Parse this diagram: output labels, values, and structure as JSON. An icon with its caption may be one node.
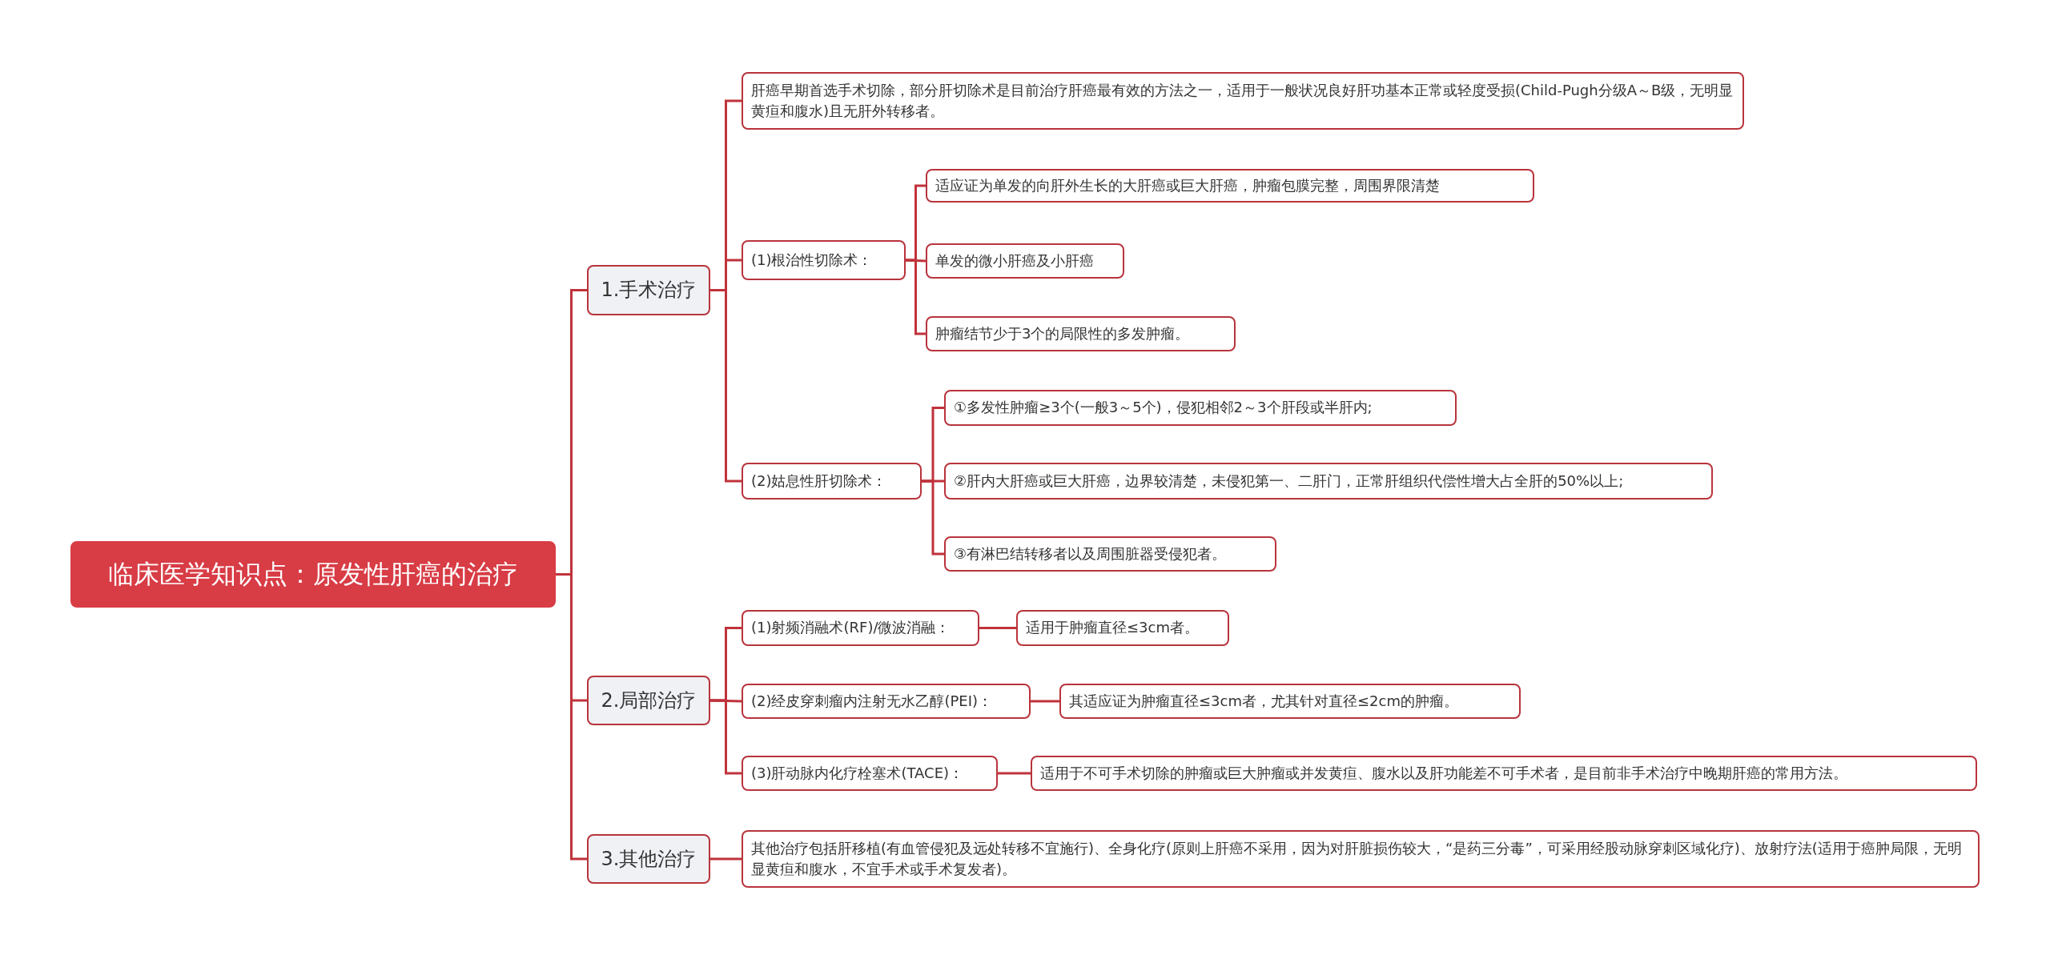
{
  "diagram": {
    "nodes": [
      {
        "text": [
          "临床医学知识点：原发性肝癌的治疗"
        ]
      },
      {
        "text": [
          "1.手术治疗"
        ]
      },
      {
        "text": [
          "肝癌早期首选手术切除，部分肝切除术是目前治疗肝癌最有效的方法之一，适用于一般状况良好肝功基本正常或轻度受损(Child-Pugh分级A～B级，无明显黄疸和腹水)且无肝外转移者。"
        ]
      },
      {
        "text": [
          "(1)根治性切除术："
        ]
      },
      {
        "text": [
          "适应证为单发的向肝外生长的大肝癌或巨大肝癌，肿瘤包膜完整，周围界限清楚"
        ]
      },
      {
        "text": [
          "单发的微小肝癌及小肝癌"
        ]
      },
      {
        "text": [
          "肿瘤结节少于3个的局限性的多发肿瘤。"
        ]
      },
      {
        "text": [
          "(2)姑息性肝切除术："
        ]
      },
      {
        "text": [
          "①多发性肿瘤≥3个(一般3～5个)，侵犯相邻2～3个肝段或半肝内;"
        ]
      },
      {
        "text": [
          "②肝内大肝癌或巨大肝癌，边界较清楚，未侵犯第一、二肝门，正常肝组织代偿性增大占全肝的50%以上;"
        ]
      },
      {
        "text": [
          "③有淋巴结转移者以及周围脏器受侵犯者。"
        ]
      },
      {
        "text": [
          "2.局部治疗"
        ]
      },
      {
        "text": [
          "(1)射频消融术(RF)/微波消融："
        ]
      },
      {
        "text": [
          "适用于肿瘤直径≤3cm者。"
        ]
      },
      {
        "text": [
          "(2)经皮穿刺瘤内注射无水乙醇(PEI)："
        ]
      },
      {
        "text": [
          "其适应证为肿瘤直径≤3cm者，尤其针对直径≤2cm的肿瘤。"
        ]
      },
      {
        "text": [
          "(3)肝动脉内化疗栓塞术(TACE)："
        ]
      },
      {
        "text": [
          "适用于不可手术切除的肿瘤或巨大肿瘤或并发黄疸、腹水以及肝功能差不可手术者，是目前非手术治疗中晚期肝癌的常用方法。"
        ]
      },
      {
        "text": [
          "3.其他治疗"
        ]
      },
      {
        "text": [
          "其他治疗包括肝移植(有血管侵犯及远处转移不宜施行)、全身化疗(原则上肝癌不采用，因为对肝脏损伤较大，“是药三分毒”，可采用经股动脉穿刺区域化疗)、放射疗法(适用于癌肿局限，无明显黄疸和腹水，不宜手术或手术复发者)。"
        ]
      }
    ],
    "edges": [
      {
        "from": 0,
        "to": 1,
        "arrow": "none"
      },
      {
        "from": 0,
        "to": 11,
        "arrow": "none"
      },
      {
        "from": 0,
        "to": 18,
        "arrow": "none"
      },
      {
        "from": 1,
        "to": 2,
        "arrow": "none"
      },
      {
        "from": 1,
        "to": 3,
        "arrow": "none"
      },
      {
        "from": 1,
        "to": 7,
        "arrow": "none"
      },
      {
        "from": 3,
        "to": 4,
        "arrow": "none"
      },
      {
        "from": 3,
        "to": 5,
        "arrow": "none"
      },
      {
        "from": 3,
        "to": 6,
        "arrow": "none"
      },
      {
        "from": 7,
        "to": 8,
        "arrow": "none"
      },
      {
        "from": 7,
        "to": 9,
        "arrow": "none"
      },
      {
        "from": 7,
        "to": 10,
        "arrow": "none"
      },
      {
        "from": 11,
        "to": 12,
        "arrow": "none"
      },
      {
        "from": 11,
        "to": 14,
        "arrow": "none"
      },
      {
        "from": 11,
        "to": 16,
        "arrow": "none"
      },
      {
        "from": 12,
        "to": 13,
        "arrow": "none"
      },
      {
        "from": 14,
        "to": 15,
        "arrow": "none"
      },
      {
        "from": 16,
        "to": 17,
        "arrow": "none"
      },
      {
        "from": 18,
        "to": 19,
        "arrow": "none"
      }
    ]
  }
}
